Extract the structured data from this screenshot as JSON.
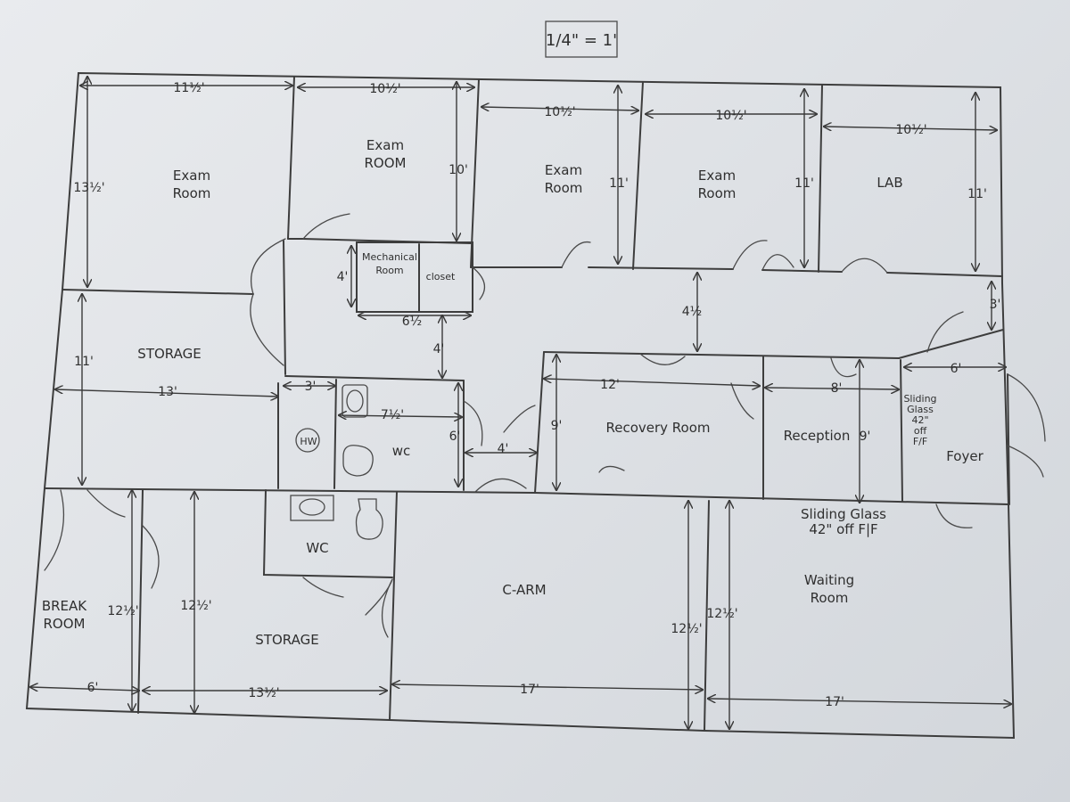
{
  "scale": "1/4\" = 1'",
  "rooms": [
    {
      "id": "exam1",
      "lines": [
        "Exam",
        "Room"
      ]
    },
    {
      "id": "exam2",
      "lines": [
        "Exam",
        "ROOM"
      ]
    },
    {
      "id": "exam3",
      "lines": [
        "Exam",
        "Room"
      ]
    },
    {
      "id": "exam4",
      "lines": [
        "Exam",
        "Room"
      ]
    },
    {
      "id": "lab",
      "lines": [
        "LAB"
      ]
    },
    {
      "id": "mechanical",
      "lines": [
        "Mechanical",
        "Room"
      ]
    },
    {
      "id": "closet",
      "lines": [
        "closet"
      ]
    },
    {
      "id": "storage_upper",
      "lines": [
        "STORAGE"
      ]
    },
    {
      "id": "hw",
      "lines": [
        "HW"
      ]
    },
    {
      "id": "wc_upper",
      "lines": [
        "wc"
      ]
    },
    {
      "id": "recovery",
      "lines": [
        "Recovery Room"
      ]
    },
    {
      "id": "reception",
      "lines": [
        "Reception"
      ]
    },
    {
      "id": "foyer",
      "lines": [
        "Foyer"
      ]
    },
    {
      "id": "sliding_foyer",
      "lines": [
        "Sliding",
        "Glass",
        "42\"",
        "off",
        "F/F"
      ]
    },
    {
      "id": "sliding_reception",
      "lines": [
        "Sliding Glass",
        "42\" off F|F"
      ]
    },
    {
      "id": "break",
      "lines": [
        "BREAK",
        "ROOM"
      ]
    },
    {
      "id": "storage_lower",
      "lines": [
        "STORAGE"
      ]
    },
    {
      "id": "wc_lower",
      "lines": [
        "WC"
      ]
    },
    {
      "id": "carm",
      "lines": [
        "C-ARM"
      ]
    },
    {
      "id": "waiting",
      "lines": [
        "Waiting",
        "Room"
      ]
    }
  ],
  "dimensions": [
    {
      "id": "d_exam1_w",
      "text": "11½'"
    },
    {
      "id": "d_exam2_w",
      "text": "10½'"
    },
    {
      "id": "d_exam3_w",
      "text": "10½'"
    },
    {
      "id": "d_exam4_w",
      "text": "10½'"
    },
    {
      "id": "d_lab_w",
      "text": "10½'"
    },
    {
      "id": "d_exam1_h",
      "text": "13½'"
    },
    {
      "id": "d_exam2_h",
      "text": "10'"
    },
    {
      "id": "d_exam3_h",
      "text": "11'"
    },
    {
      "id": "d_exam4_h",
      "text": "11'"
    },
    {
      "id": "d_lab_h",
      "text": "11'"
    },
    {
      "id": "d_mech_h",
      "text": "4'"
    },
    {
      "id": "d_mech_w",
      "text": "6½"
    },
    {
      "id": "d_corr_4",
      "text": "4'"
    },
    {
      "id": "d_hall",
      "text": "4½"
    },
    {
      "id": "d_foyer_3",
      "text": "3'"
    },
    {
      "id": "d_storage_h",
      "text": "11'"
    },
    {
      "id": "d_storage_w",
      "text": "13'"
    },
    {
      "id": "d_hw_w",
      "text": "3'"
    },
    {
      "id": "d_wc_w",
      "text": "7½'"
    },
    {
      "id": "d_wc_h",
      "text": "6'"
    },
    {
      "id": "d_corr_4b",
      "text": "4'"
    },
    {
      "id": "d_recovery_w",
      "text": "12'"
    },
    {
      "id": "d_recovery_h",
      "text": "9'"
    },
    {
      "id": "d_reception_w",
      "text": "8'"
    },
    {
      "id": "d_reception_h",
      "text": "9'"
    },
    {
      "id": "d_foyer_w",
      "text": "6'"
    },
    {
      "id": "d_break_h",
      "text": "12½'"
    },
    {
      "id": "d_break_w",
      "text": "6'"
    },
    {
      "id": "d_storage2_h",
      "text": "12½'"
    },
    {
      "id": "d_storage2_w",
      "text": "13½'"
    },
    {
      "id": "d_carm_w",
      "text": "17'"
    },
    {
      "id": "d_carm_h",
      "text": "12½'"
    },
    {
      "id": "d_waiting_h",
      "text": "12½'"
    },
    {
      "id": "d_waiting_w",
      "text": "17'"
    }
  ]
}
